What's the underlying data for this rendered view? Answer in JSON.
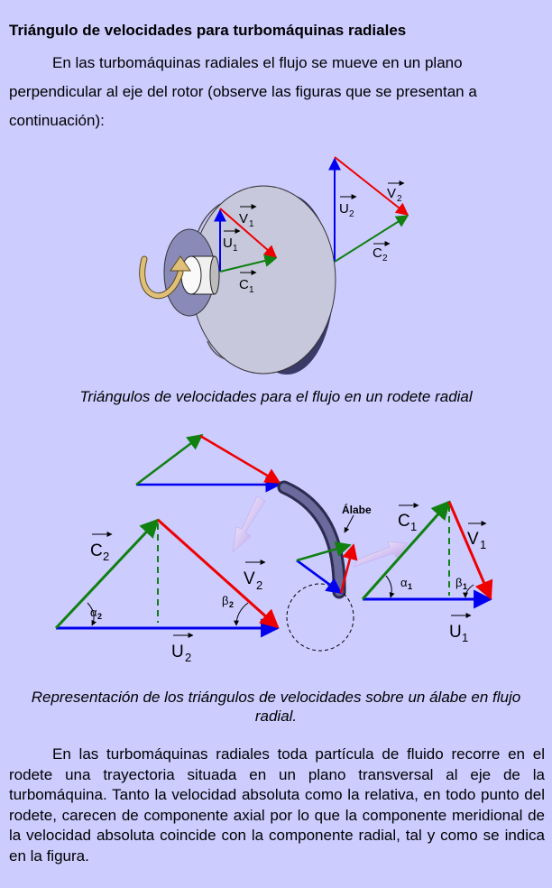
{
  "heading": "Triángulo de velocidades para turbomáquinas radiales",
  "intro": "En las turbomáquinas radiales el flujo se mueve en un plano perpendicular al eje del rotor (observe las figuras que se presentan a continuación):",
  "figure1": {
    "caption": "Triángulos de velocidades para el flujo en un rodete radial",
    "labels": {
      "v1": "V",
      "v1_sub": "1",
      "u1": "U",
      "u1_sub": "1",
      "c1": "C",
      "c1_sub": "1",
      "u2": "U",
      "u2_sub": "2",
      "v2": "V",
      "v2_sub": "2",
      "c2": "C",
      "c2_sub": "2"
    }
  },
  "figure2": {
    "caption": "Representación de los triángulos de velocidades sobre un álabe en flujo radial.",
    "blade_label": "Álabe",
    "labels": {
      "c2": "C",
      "c2_sub": "2",
      "v2": "V",
      "v2_sub": "2",
      "u2": "U",
      "u2_sub": "2",
      "alpha2": "α",
      "alpha2_sub": "2",
      "beta2": "β",
      "beta2_sub": "2",
      "c1": "C",
      "c1_sub": "1",
      "v1": "V",
      "v1_sub": "1",
      "u1": "U",
      "u1_sub": "1",
      "alpha1": "α",
      "alpha1_sub": "1",
      "beta1": "β",
      "beta1_sub": "1"
    }
  },
  "body": "En las turbomáquinas radiales toda partícula de fluido recorre en el rodete una trayectoria situada en un plano transversal al eje de la turbomáquina. Tanto la velocidad absoluta como la relativa, en todo punto del rodete, carecen de componente axial por lo que la componente meridional de la velocidad absoluta coincide con la componente radial, tal y como se indica en la figura.",
  "colors": {
    "background": "#ccccff",
    "blue": "#0000ee",
    "red": "#ee0000",
    "green": "#108010",
    "blade": "#4a4a78"
  }
}
